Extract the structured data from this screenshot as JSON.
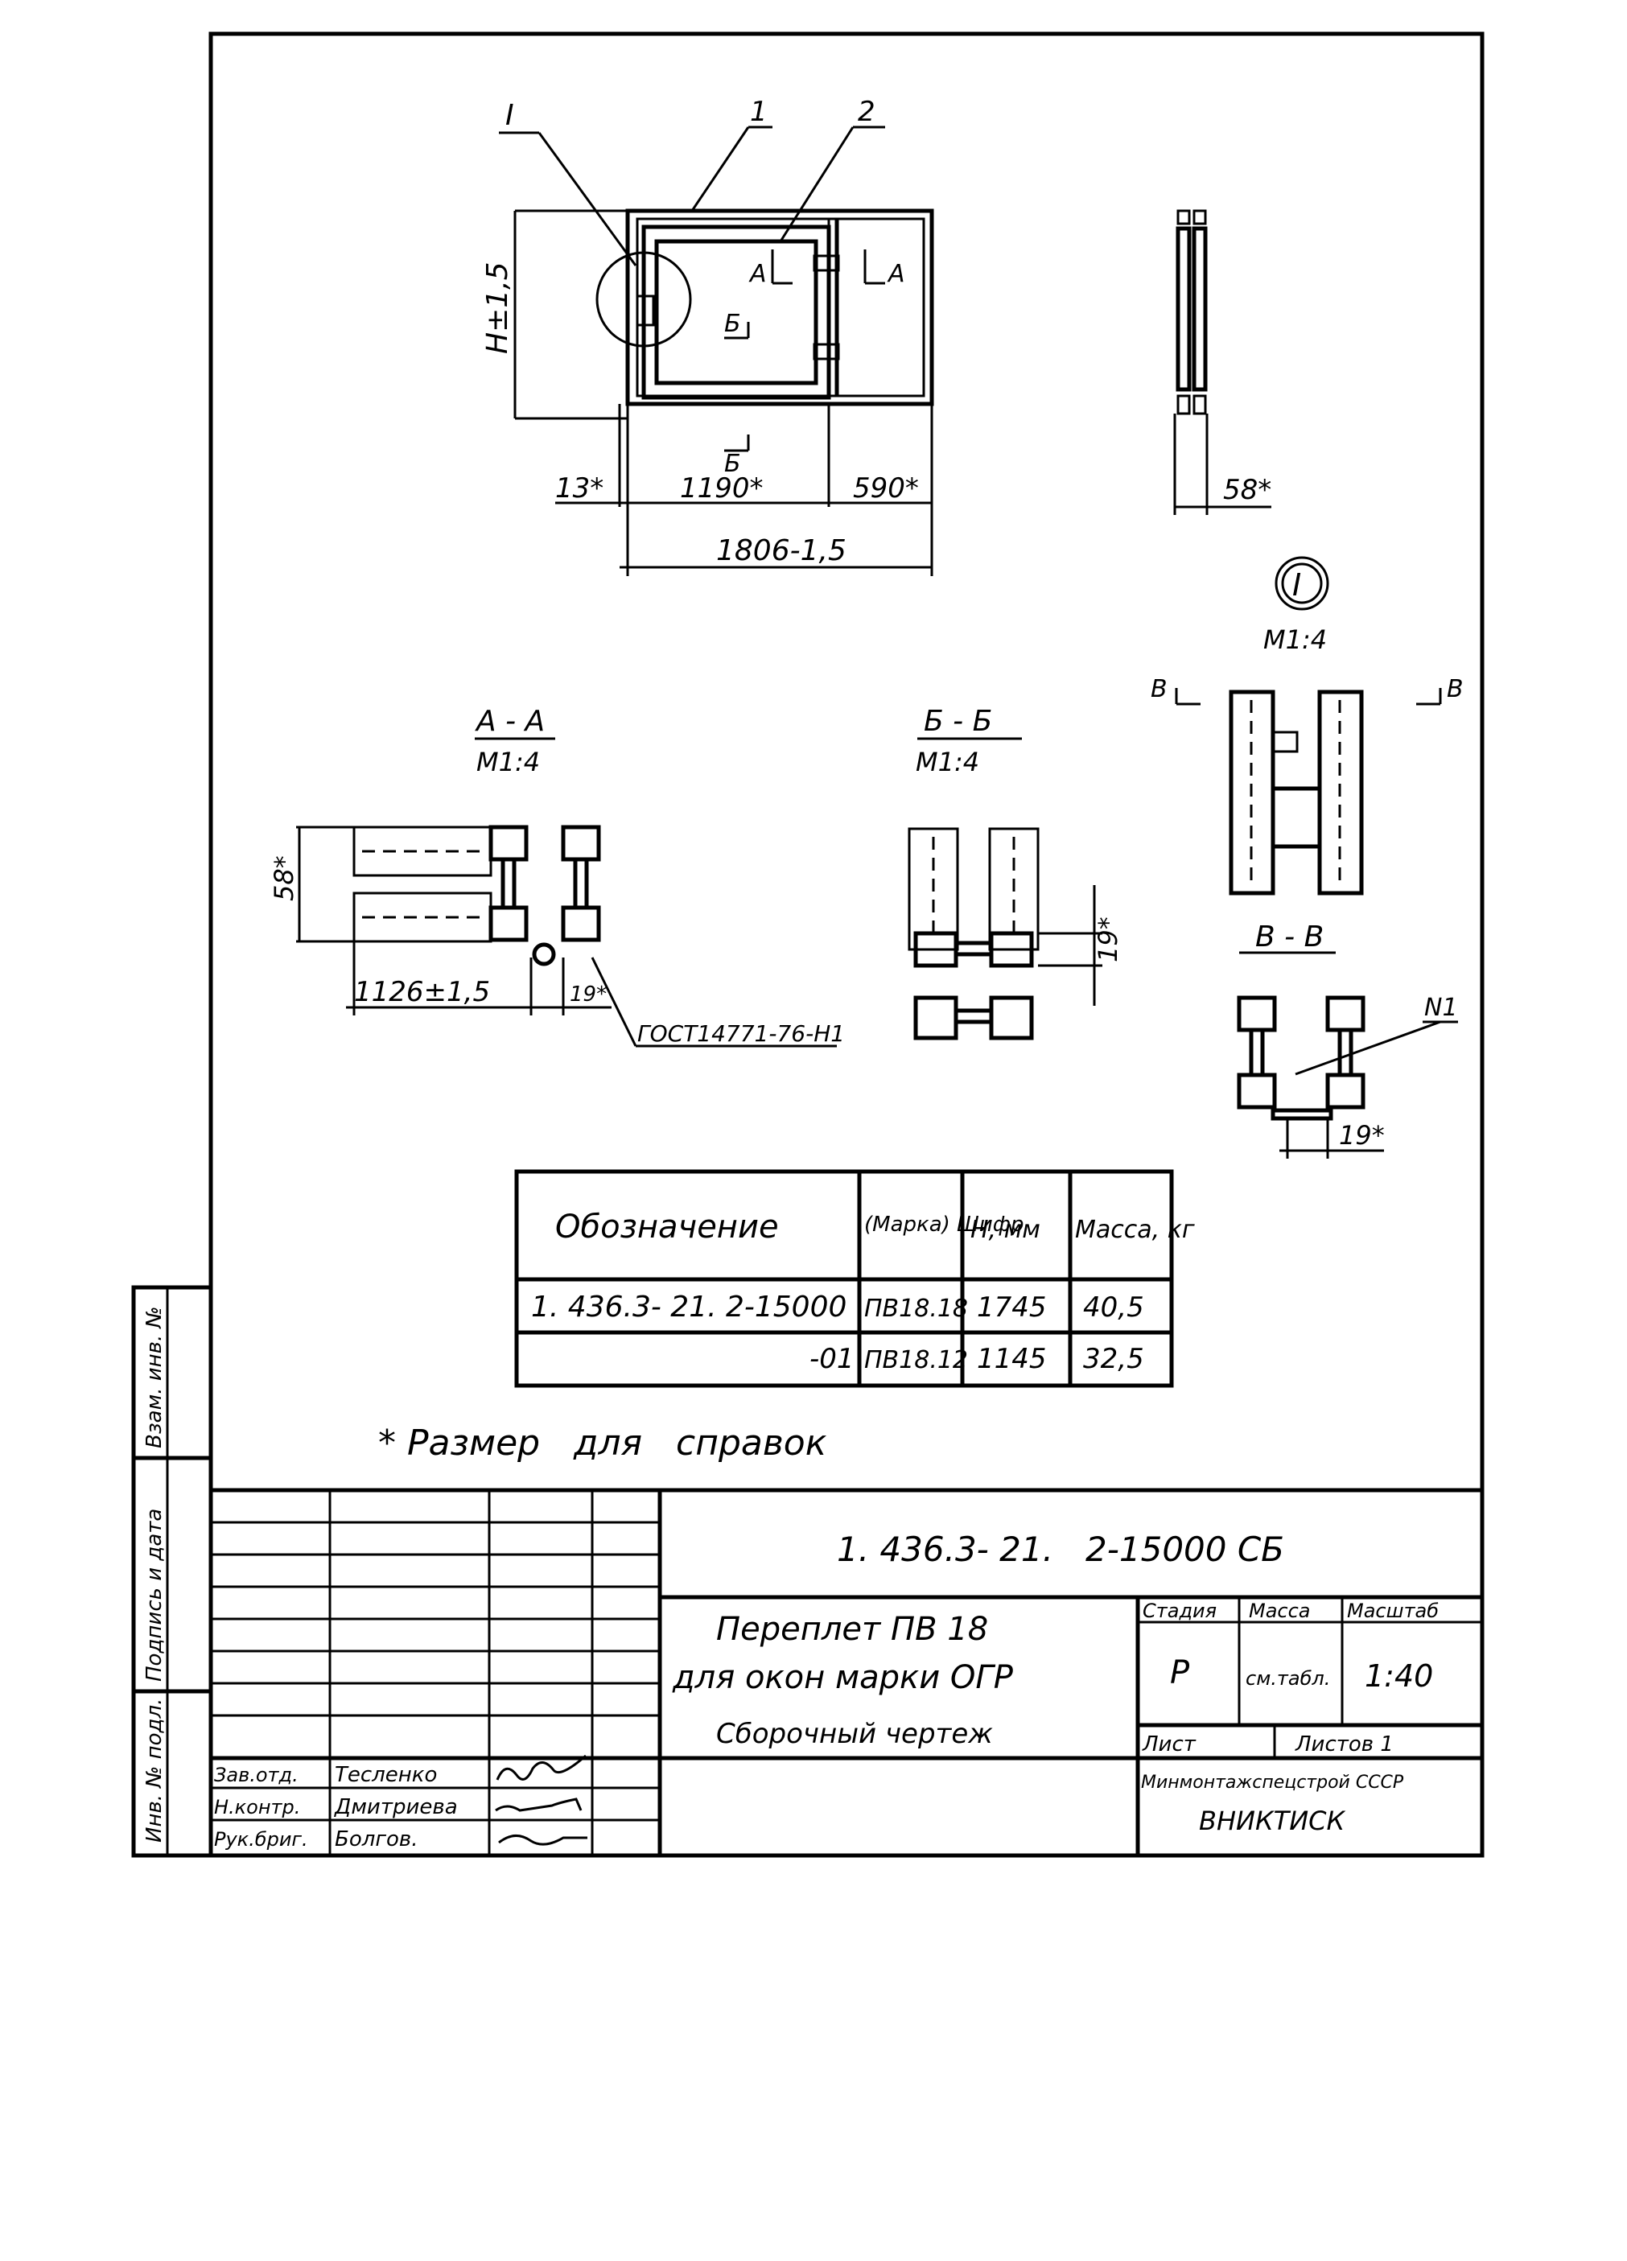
{
  "main_view": {
    "callout_1": "I",
    "callout_2": "1",
    "callout_3": "2",
    "height_dim": "H±1,5",
    "section_a_left": "A",
    "section_a_right": "A",
    "section_b_top": "Б",
    "section_b_bottom": "Б",
    "dim_left": "13*",
    "dim_middle": "1190*",
    "dim_right": "590*",
    "dim_total": "1806-1,5"
  },
  "side_view": {
    "dim_depth": "58*"
  },
  "detail_i": {
    "label": "I",
    "scale": "M1:4",
    "cut_left": "B",
    "cut_right": "B"
  },
  "section_aa": {
    "title": "A - A",
    "scale": "M1:4",
    "dim_height": "58*",
    "dim_width": "1126±1,5",
    "dim_small": "19*",
    "ref": "ГОСТ14771-76-Н1"
  },
  "section_bb": {
    "title": "Б - Б",
    "scale": "M1:4",
    "dim": "19*"
  },
  "section_vv": {
    "title": "B - B",
    "weld": "N1",
    "dim": "19*"
  },
  "spec_table": {
    "headers": [
      "Обозначение",
      "(Марка) Шифр",
      "Н, мм",
      "Масса, кг"
    ],
    "rows": [
      [
        "1. 436.3- 21. 2-15000",
        "ПВ18.18",
        "1745",
        "40,5"
      ],
      [
        "-01",
        "ПВ18.12",
        "1145",
        "32,5"
      ]
    ]
  },
  "note": "* Размер   для   справок",
  "side_stamp": [
    "Инв. № подл.",
    "Подпись и дата",
    "Взам. инв. №"
  ],
  "title_block": {
    "doc_number": "1. 436.3- 21.   2-15000 СБ",
    "name_line1": "Переплет ПВ 18",
    "name_line2": "для окон марки ОГР",
    "name_line3": "Сборочный чертеж",
    "stage_header": "Стадия",
    "mass_header": "Масса",
    "scale_header": "Масштаб",
    "stage": "Р",
    "mass": "см.табл.",
    "scale": "1:40",
    "sheet": "Лист",
    "sheets": "Листов 1",
    "org_line1": "Минмонтажспецстрой СССР",
    "org_line2": "ВНИКТИСК",
    "signers": [
      {
        "role": "Зав.отд.",
        "name": "Тесленко"
      },
      {
        "role": "Н.контр.",
        "name": "Дмитриева"
      },
      {
        "role": "Рук.бриг.",
        "name": "Болгов."
      }
    ]
  }
}
